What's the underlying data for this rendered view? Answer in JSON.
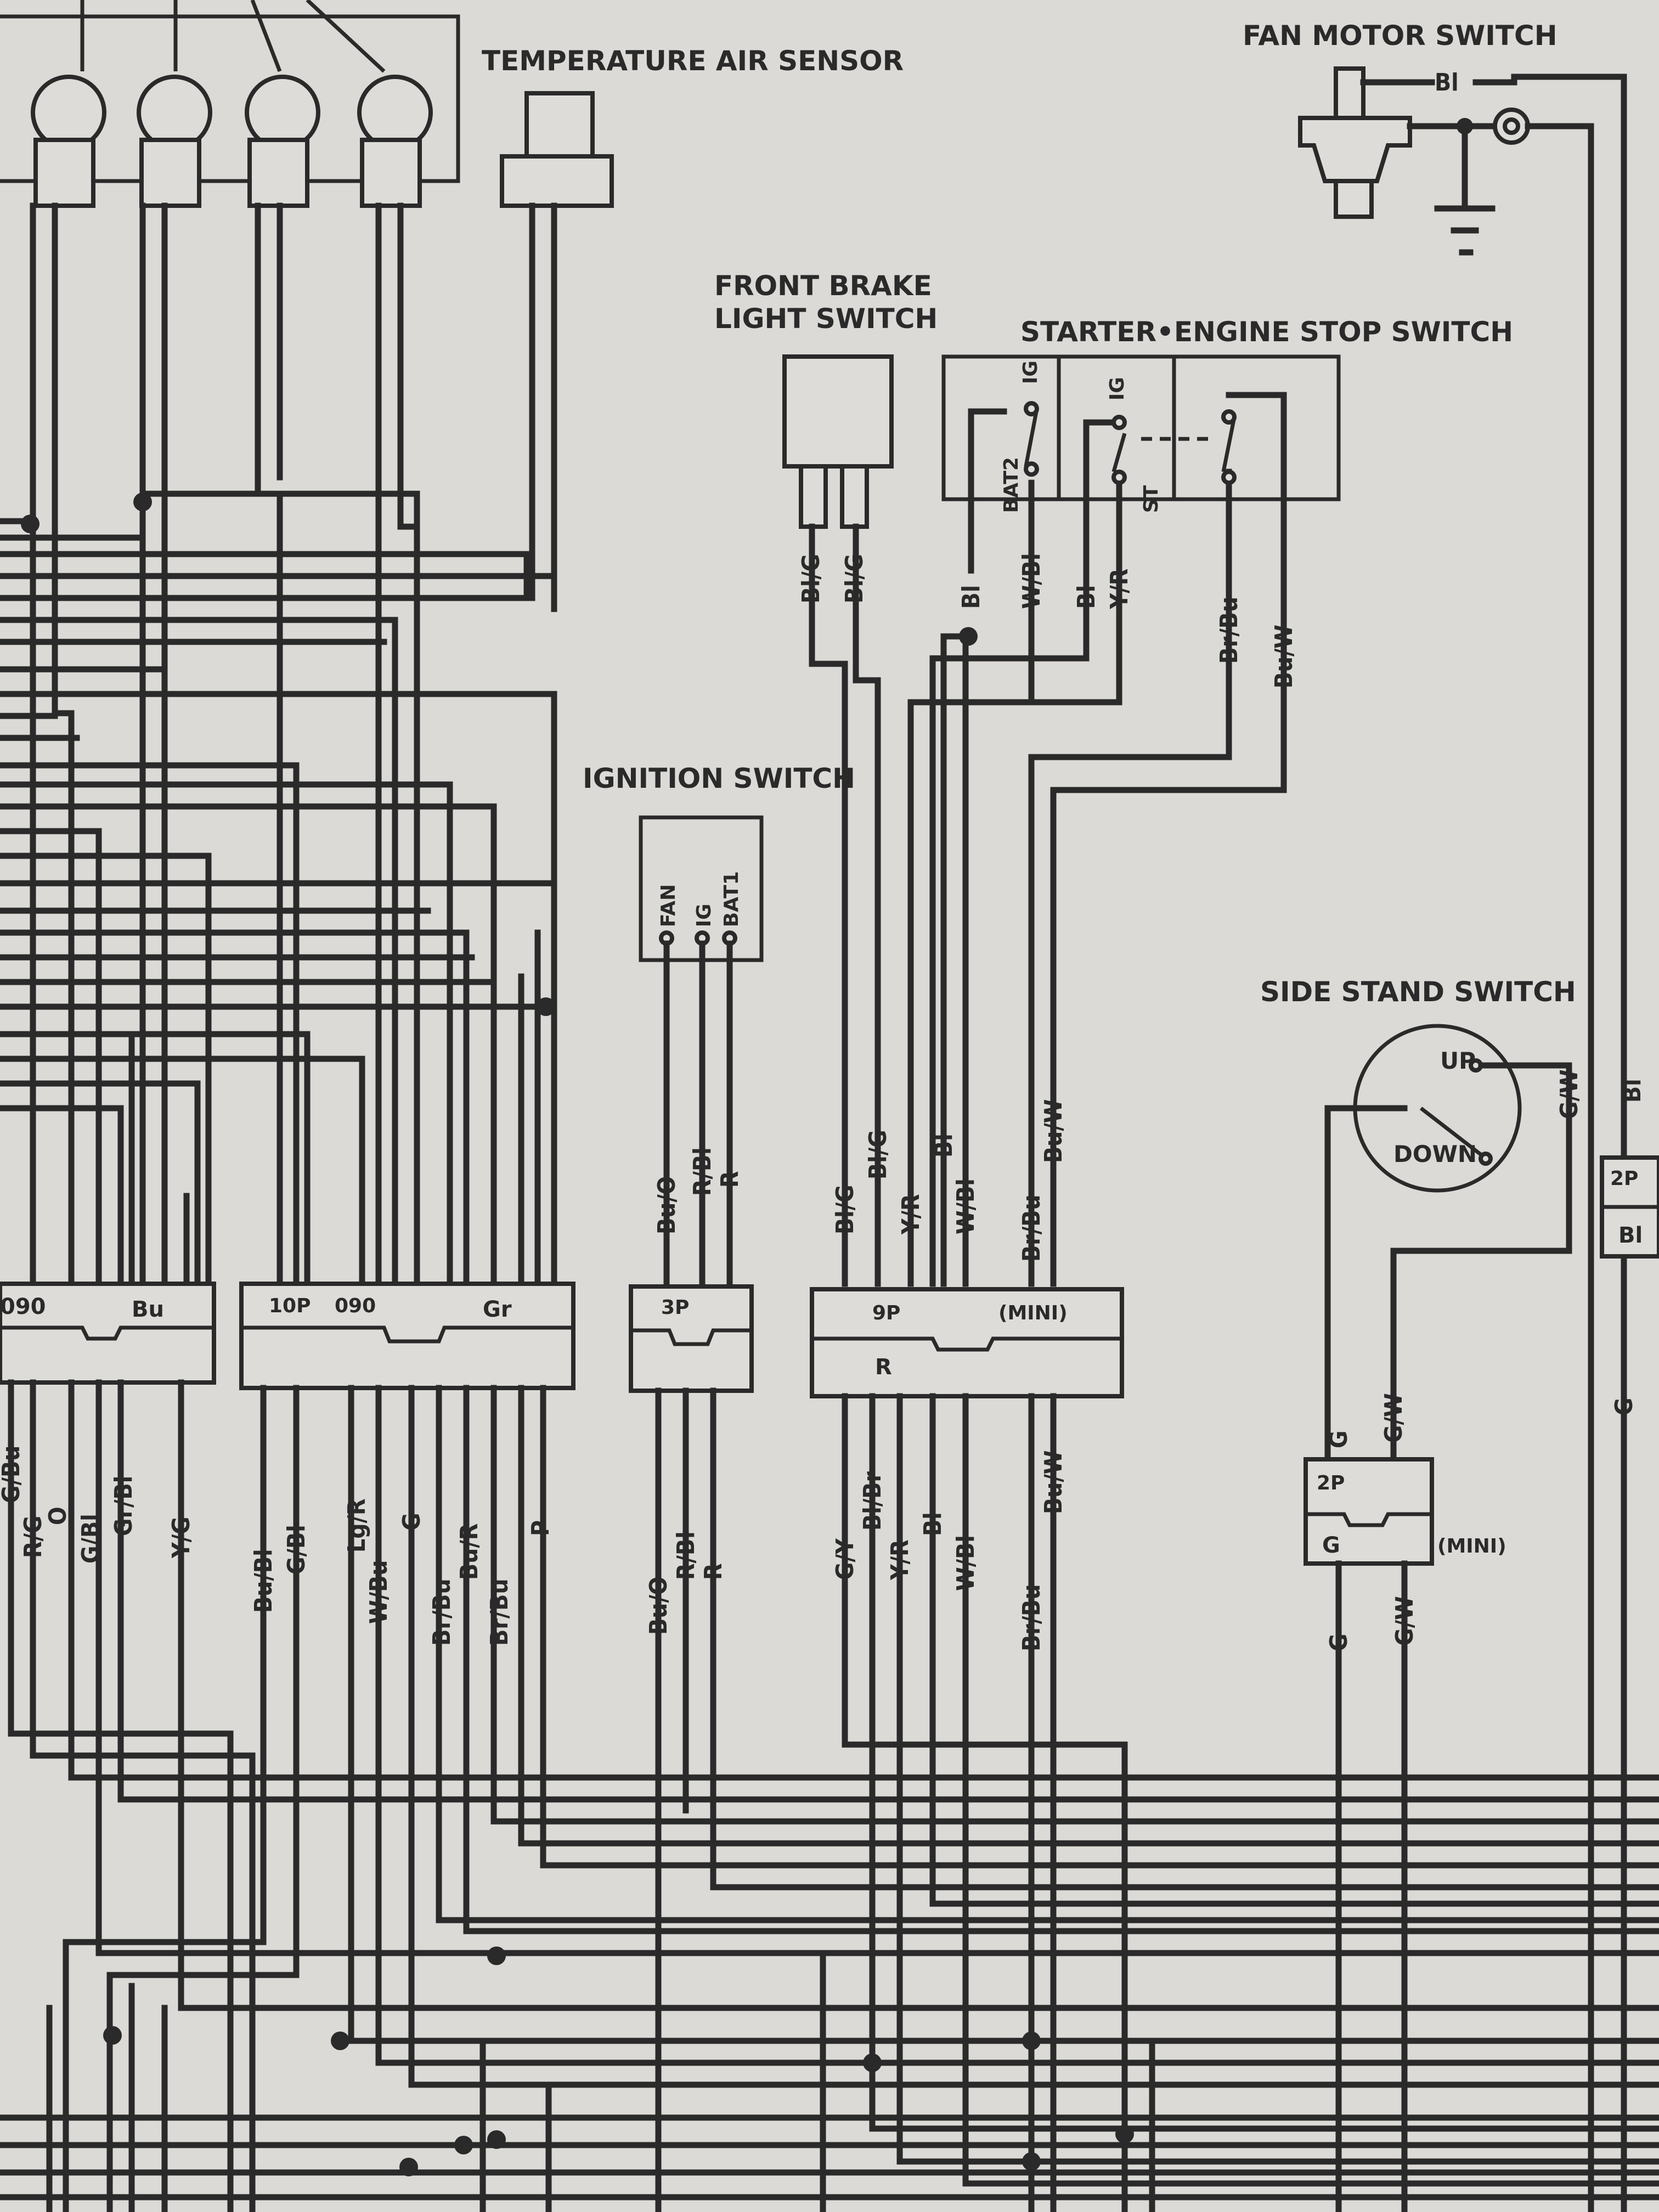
{
  "components": {
    "temperature_air_sensor": "TEMPERATURE AIR SENSOR",
    "fan_motor_switch": "FAN MOTOR SWITCH",
    "front_brake_light_switch_1": "FRONT BRAKE",
    "front_brake_light_switch_2": "LIGHT SWITCH",
    "starter_engine_stop_switch": "STARTER•ENGINE STOP SWITCH",
    "ignition_switch": "IGNITION SWITCH",
    "side_stand_switch": "SIDE STAND SWITCH"
  },
  "terminals": {
    "fan": "FAN",
    "ig": "IG",
    "bat1": "BAT1",
    "bat2": "BAT2",
    "ig_2": "IG",
    "ig_3": "IG",
    "st": "ST",
    "up": "UP",
    "down": "DOWN"
  },
  "connectors": {
    "c1_left": "090",
    "c1_right": "Bu",
    "c2_left": "10P",
    "c2_mid": "090",
    "c2_right": "Gr",
    "c3_left": "3P",
    "c4_left": "9P",
    "c4_right": "(MINI)",
    "c4_color": "R",
    "c5_top": "2P",
    "c5_color": "G",
    "c5_type": "(MINI)",
    "c6_top": "2P",
    "c6_color": "Bl"
  },
  "wire_labels": {
    "fan_bl": "Bl",
    "brake": [
      "Bl/G",
      "Bl/G"
    ],
    "starter": [
      "Bl",
      "W/Bl",
      "Bl",
      "Y/R"
    ],
    "stop": [
      "Br/Bu",
      "Bu/W"
    ],
    "ign_upper": [
      "Bu/O",
      "R/Bl",
      "R"
    ],
    "c4_upper": [
      "Bl/G",
      "Bl/G",
      "Y/R",
      "Bl",
      "W/Bl",
      "Br/Bu",
      "Bu/W"
    ],
    "side_upper": "G/W",
    "right_edge_upper": "Bl",
    "c1_lower": [
      "G/Bu",
      "R/G",
      "O",
      "G/Bl",
      "Gr/Bl",
      "Y/G"
    ],
    "c2_lower": [
      "Bu/Bl",
      "G/Bl",
      "Lg/R",
      "W/Bu",
      "G",
      "Br/Bu",
      "Bu/R",
      "Br/Bu",
      "P"
    ],
    "ign_lower": [
      "Bu/O",
      "R/Bl",
      "R"
    ],
    "c4_lower": [
      "G/Y",
      "Bl/Br",
      "Y/R",
      "Bl",
      "W/Bl",
      "Br/Bu",
      "Bu/W"
    ],
    "side_mid": [
      "G",
      "G/W"
    ],
    "side_lower": [
      "G",
      "G/W"
    ],
    "right_edge_lower": "G"
  }
}
